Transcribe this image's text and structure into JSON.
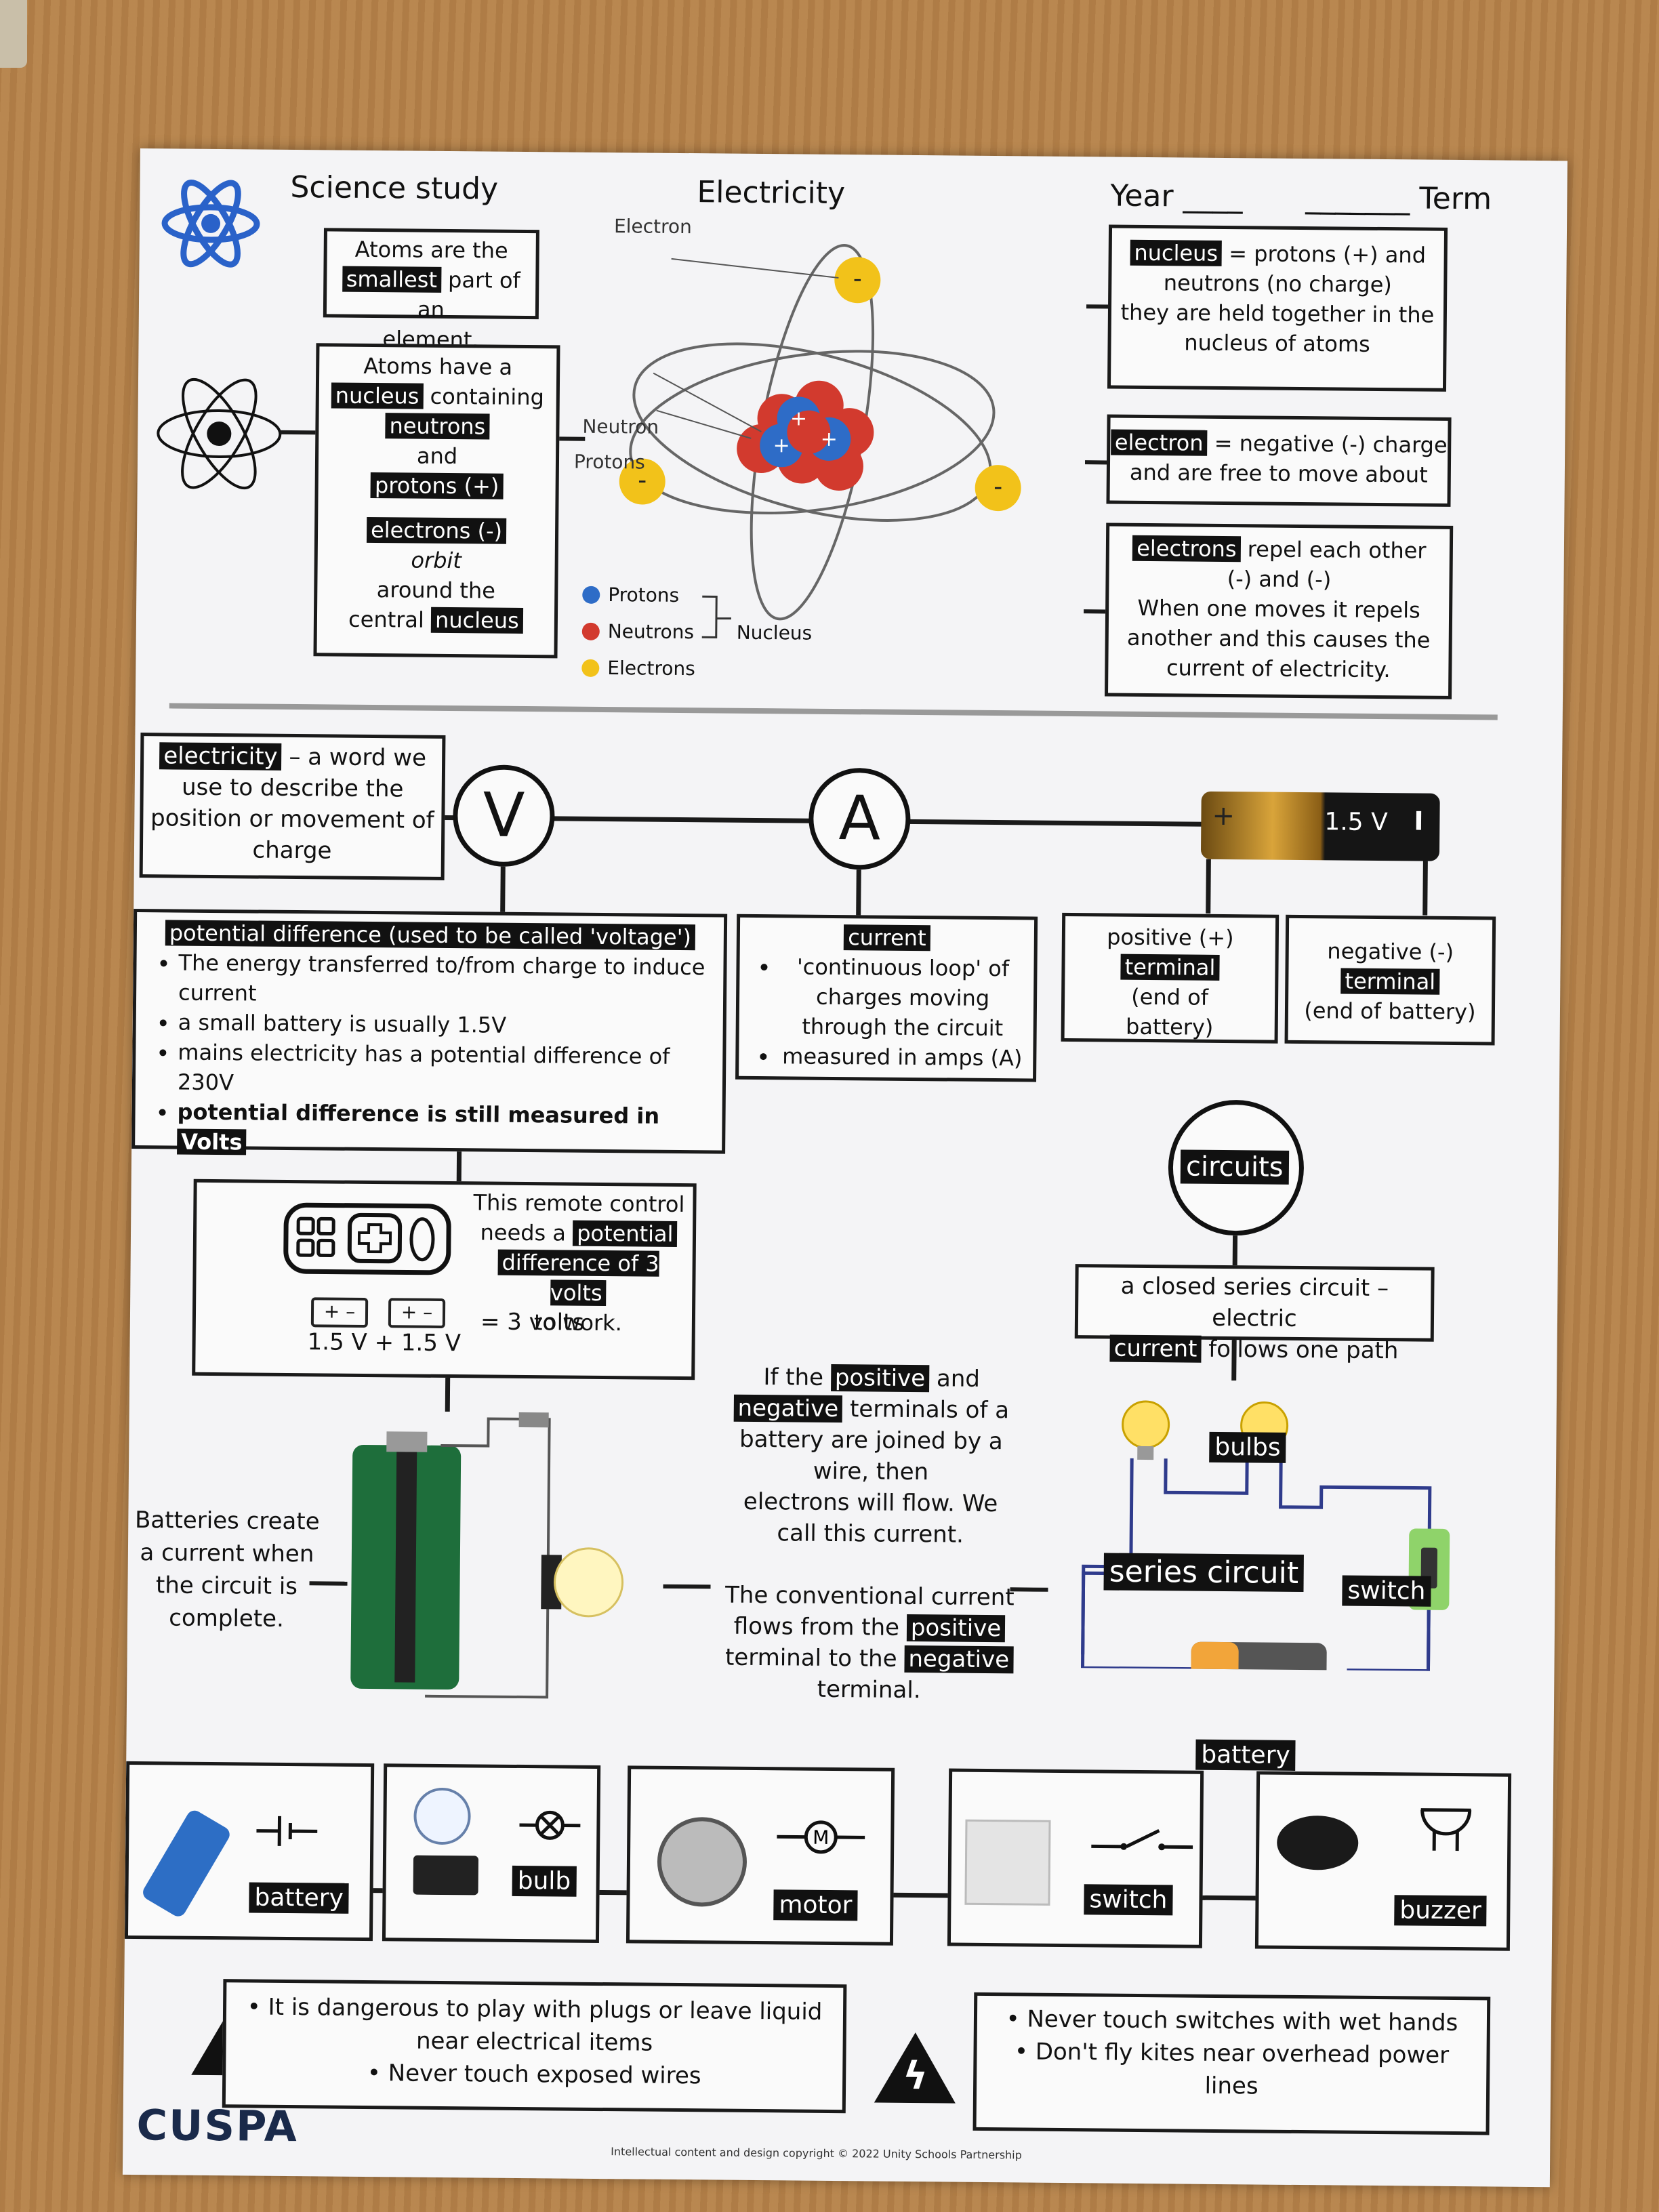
{
  "header": {
    "subject": "Science study",
    "topic": "Electricity",
    "year": "Year ____",
    "term": "_______ Term"
  },
  "atom": {
    "box1_pre": "Atoms are the",
    "box1_hl": "smallest",
    "box1_post1": " part of an",
    "box1_post2": "element.",
    "box2_l1": "Atoms have a",
    "box2_nucleus": "nucleus",
    "box2_containing": " containing",
    "box2_neutrons": "neutrons",
    "box2_and": "and",
    "box2_protons": "protons (+)",
    "box2_electrons": "electrons (-)",
    "box2_orbit": "orbit",
    "box2_around": "around the",
    "box2_central": "central ",
    "box2_nucleus2": "nucleus"
  },
  "diagram": {
    "electron": "Electron",
    "neutron": "Neutron",
    "protons": "Protons",
    "legend_protons": "Protons",
    "legend_neutrons": "Neutrons",
    "legend_electrons": "Electrons",
    "legend_nucleus": "Nucleus",
    "minus": "-",
    "plus": "+"
  },
  "right_boxes": {
    "b1_hl": "nucleus",
    "b1_t1": " = protons (+) and",
    "b1_t2": "neutrons (no charge)",
    "b1_t3": "they are held together in the",
    "b1_t4": "nucleus of atoms",
    "b2_hl": "electron",
    "b2_t1": " = negative (-) charge",
    "b2_t2": "and are free to move about",
    "b3_hl": "electrons",
    "b3_t1": " repel each other",
    "b3_t2": "(-) and (-)",
    "b3_t3": "When one moves it repels",
    "b3_t4": "another and this causes the",
    "b3_t5": "current of electricity."
  },
  "electricity": {
    "hl": "electricity",
    "t1": " – a word we",
    "t2": "use to describe the",
    "t3": "position or movement of",
    "t4": "charge"
  },
  "meters": {
    "volt": "V",
    "amp": "A"
  },
  "battery_top": {
    "label": "1.5 V",
    "plus": "+",
    "minus": "I"
  },
  "pd_box": {
    "title": "potential difference (used to be called 'voltage')",
    "i1": "The energy transferred to/from charge to induce current",
    "i2": "a small battery is usually 1.5V",
    "i3": "mains electricity has a potential difference of 230V",
    "i4_pre": "potential difference is still measured in ",
    "i4_hl": "Volts"
  },
  "current_box": {
    "title": "current",
    "i1": "'continuous loop' of charges moving through the circuit",
    "i2": "measured in amps (A)"
  },
  "terminals": {
    "pos_t1": "positive (+)",
    "pos_hl": "terminal",
    "pos_t2": "(end of",
    "pos_t3": "battery)",
    "neg_t1": "negative (-)",
    "neg_hl": "terminal",
    "neg_t2": "(end of battery)"
  },
  "remote": {
    "t1": "This remote control",
    "t2_pre": "needs a ",
    "t2_hl": "potential",
    "t3_hl": "difference of 3 volts",
    "t4": "to work.",
    "eq": "= 3 volts",
    "sum": "1.5 V + 1.5 V",
    "cell": "+ –"
  },
  "circuits": {
    "title": "circuits",
    "closed_t1": "a closed series circuit – electric",
    "closed_hl": "current",
    "closed_t2": " follows one path",
    "bulbs": "bulbs",
    "series": "series circuit",
    "switch": "switch",
    "battery": "battery"
  },
  "middle_text": {
    "p1_a": "If the ",
    "p1_hl1": "positive",
    "p1_b": " and",
    "p1_hl2": "negative",
    "p1_c": " terminals of a",
    "p1_d": "battery are joined by a",
    "p1_e": "wire, then",
    "p1_f": "electrons will flow. We",
    "p1_g": "call this current.",
    "p2_a": "The conventional current",
    "p2_b": "flows from the ",
    "p2_hl1": "positive",
    "p2_c": "terminal to the ",
    "p2_hl2": "negative",
    "p2_d": "terminal."
  },
  "batteries_text": {
    "t1": "Batteries create",
    "t2": "a current when",
    "t3": "the circuit is",
    "t4": "complete."
  },
  "components": [
    {
      "label": "battery"
    },
    {
      "label": "bulb"
    },
    {
      "label": "motor"
    },
    {
      "label": "switch"
    },
    {
      "label": "buzzer"
    }
  ],
  "safety": {
    "left_1": "It is dangerous to play with plugs or leave liquid near electrical items",
    "left_2": "Never touch exposed wires",
    "right_1": "Never  touch switches with wet hands",
    "right_2": "Don't fly kites near overhead power lines"
  },
  "footer": {
    "logo": "CUSPA",
    "copyright": "Intellectual content and design copyright © 2022 Unity Schools Partnership"
  },
  "colors": {
    "paper": "#f4f4f6",
    "highlight": "#111111",
    "wire": "#2f3b8c",
    "electron": "#f2c21a",
    "proton": "#2e6cc7",
    "neutron": "#d23a2e",
    "atom_icon": "#2a62c9"
  }
}
